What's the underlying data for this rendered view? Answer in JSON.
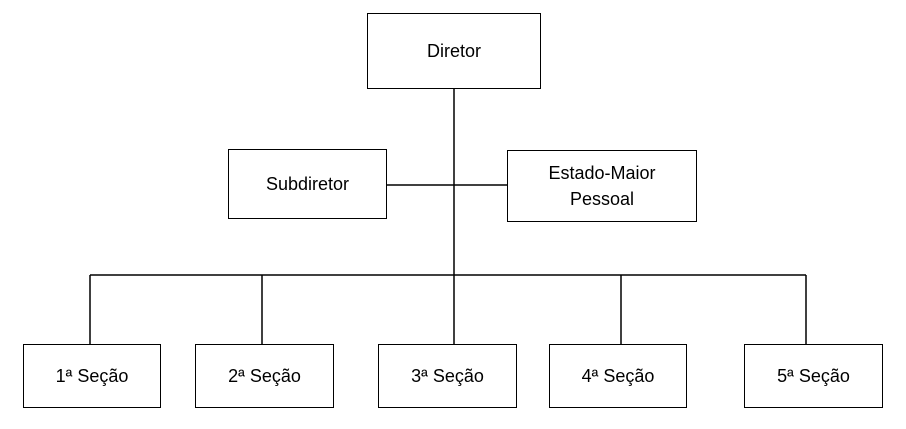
{
  "colors": {
    "line": "#000000",
    "box_border": "#000000",
    "box_fill": "#ffffff",
    "text": "#000000"
  },
  "org": {
    "director": "Diretor",
    "subdirector": "Subdiretor",
    "staff": {
      "line1": "Estado-Maior",
      "line2": "Pessoal"
    },
    "sections": [
      "1ª Seção",
      "2ª Seção",
      "3ª Seção",
      "4ª Seção",
      "5ª Seção"
    ]
  }
}
